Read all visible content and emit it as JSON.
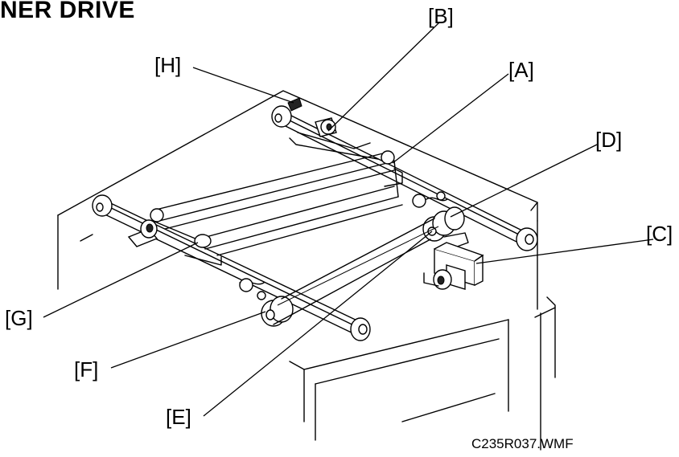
{
  "title": "NER DRIVE",
  "caption": "C235R037.WMF",
  "callouts": {
    "A": "[A]",
    "B": "[B]",
    "C": "[C]",
    "D": "[D]",
    "E": "[E]",
    "F": "[F]",
    "G": "[G]",
    "H": "[H]"
  }
}
